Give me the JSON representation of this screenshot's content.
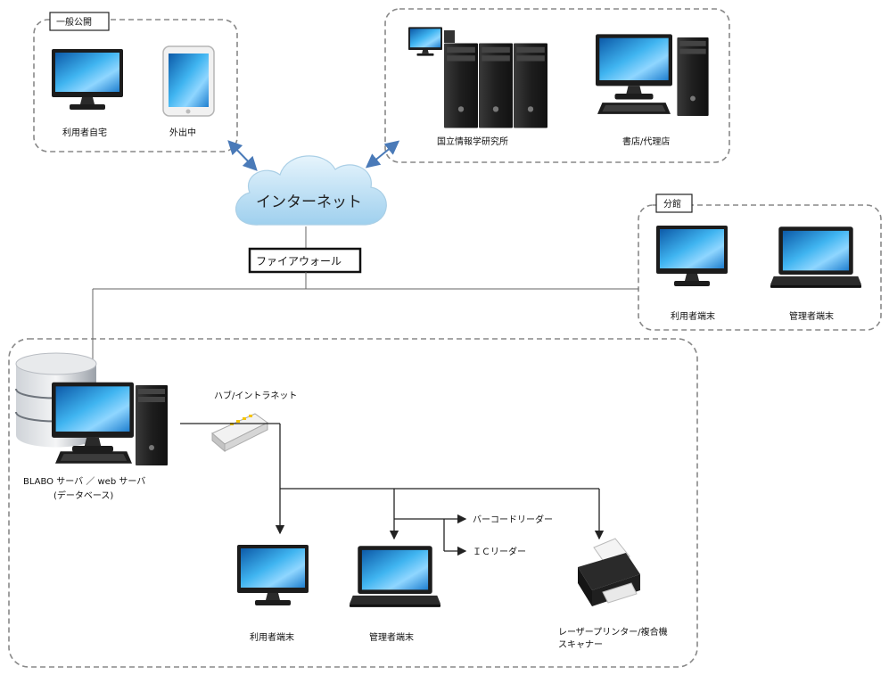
{
  "zones": {
    "public": {
      "label": "一般公開",
      "home": "利用者自宅",
      "mobile": "外出中"
    },
    "external": {
      "nii": "国立情報学研究所",
      "store": "書店/代理店"
    },
    "branch": {
      "label": "分館",
      "user_terminal": "利用者端末",
      "admin_terminal": "管理者端末"
    },
    "main": {
      "server_line1": "BLABO サーバ ／ web サーバ",
      "server_line2": "(データベース)",
      "hub": "ハブ/イントラネット",
      "user_terminal": "利用者端末",
      "admin_terminal": "管理者端末",
      "barcode": "バーコードリーダー",
      "ic": "ＩＣリーダー",
      "printer_line1": "レーザープリンター/複合機",
      "printer_line2": "スキャナー"
    }
  },
  "network": {
    "internet": "インターネット",
    "firewall": "ファイアウォール"
  },
  "colors": {
    "screen": "#1a8fd6",
    "case": "#1c1c1c",
    "cloud": "#bfe0f4",
    "arrow": "#4a7ab8",
    "dashed": "#888888"
  }
}
